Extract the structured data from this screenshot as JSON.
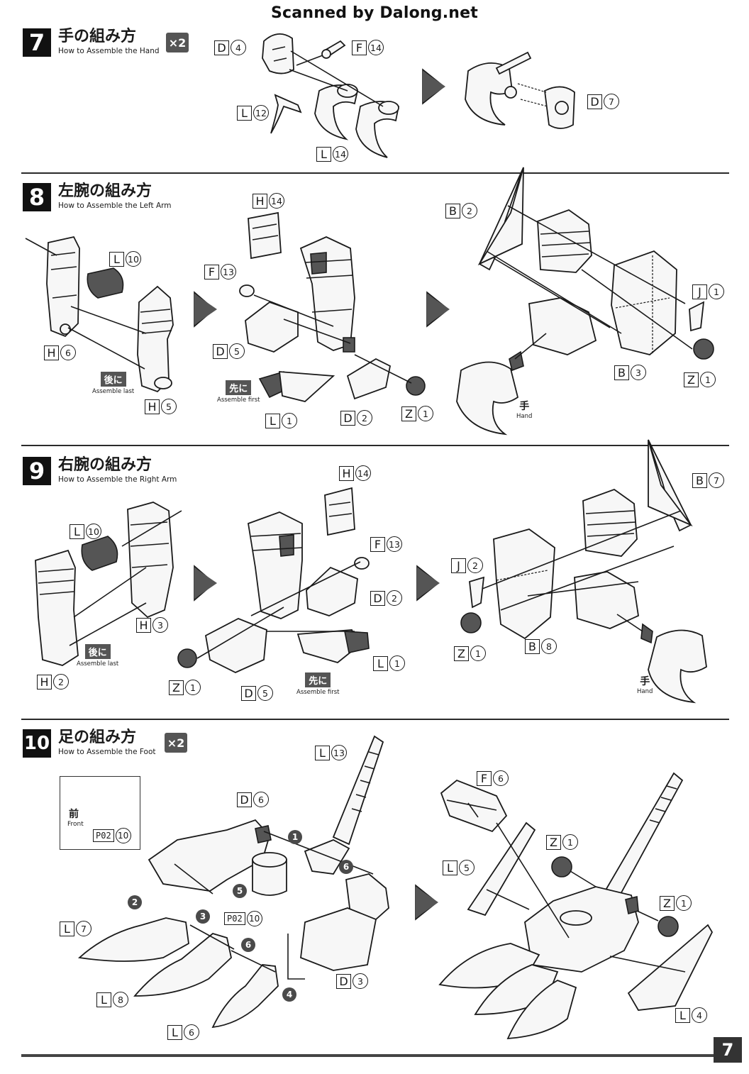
{
  "watermark": "Scanned by Dalong.net",
  "steps": [
    {
      "num": "7",
      "jp": "手の組み方",
      "en": "How to Assemble the Hand",
      "multiplier": "×2"
    },
    {
      "num": "8",
      "jp": "左腕の組み方",
      "en": "How to Assemble the Left Arm"
    },
    {
      "num": "9",
      "jp": "右腕の組み方",
      "en": "How to Assemble the Right Arm"
    },
    {
      "num": "10",
      "jp": "足の組み方",
      "en": "How to Assemble the Foot",
      "multiplier": "×2"
    }
  ],
  "tags": {
    "s7": [
      {
        "l": "D",
        "n": "4"
      },
      {
        "l": "F",
        "n": "14"
      },
      {
        "l": "L",
        "n": "12"
      },
      {
        "l": "L",
        "n": "14"
      },
      {
        "l": "D",
        "n": "7"
      }
    ],
    "s8": [
      {
        "l": "L",
        "n": "10"
      },
      {
        "l": "H",
        "n": "6"
      },
      {
        "l": "H",
        "n": "5"
      },
      {
        "l": "H",
        "n": "14"
      },
      {
        "l": "F",
        "n": "13"
      },
      {
        "l": "D",
        "n": "5"
      },
      {
        "l": "L",
        "n": "1"
      },
      {
        "l": "D",
        "n": "2"
      },
      {
        "l": "Z",
        "n": "1"
      },
      {
        "l": "B",
        "n": "2"
      },
      {
        "l": "J",
        "n": "1"
      },
      {
        "l": "B",
        "n": "3"
      },
      {
        "l": "Z",
        "n": "1"
      }
    ],
    "s9": [
      {
        "l": "L",
        "n": "10"
      },
      {
        "l": "H",
        "n": "3"
      },
      {
        "l": "H",
        "n": "2"
      },
      {
        "l": "H",
        "n": "14"
      },
      {
        "l": "F",
        "n": "13"
      },
      {
        "l": "D",
        "n": "2"
      },
      {
        "l": "L",
        "n": "1"
      },
      {
        "l": "Z",
        "n": "1"
      },
      {
        "l": "D",
        "n": "5"
      },
      {
        "l": "B",
        "n": "7"
      },
      {
        "l": "J",
        "n": "2"
      },
      {
        "l": "Z",
        "n": "1"
      },
      {
        "l": "B",
        "n": "8"
      }
    ],
    "s10": [
      {
        "l": "L",
        "n": "13"
      },
      {
        "l": "D",
        "n": "6"
      },
      {
        "l": "L",
        "n": "7"
      },
      {
        "l": "L",
        "n": "8"
      },
      {
        "l": "L",
        "n": "6"
      },
      {
        "l": "D",
        "n": "3"
      },
      {
        "l": "F",
        "n": "6"
      },
      {
        "l": "L",
        "n": "5"
      },
      {
        "l": "Z",
        "n": "1"
      },
      {
        "l": "Z",
        "n": "1"
      },
      {
        "l": "L",
        "n": "4"
      }
    ]
  },
  "badges": {
    "last_jp": "後に",
    "last_en": "Assemble last",
    "first_jp": "先に",
    "first_en": "Assemble first",
    "hand_jp": "手",
    "hand_en": "Hand"
  },
  "front": {
    "jp": "前",
    "en": "Front",
    "p": "P02",
    "pn": "10"
  },
  "sequence": [
    "1",
    "2",
    "3",
    "4",
    "5",
    "6",
    "6"
  ],
  "page_number": "7"
}
